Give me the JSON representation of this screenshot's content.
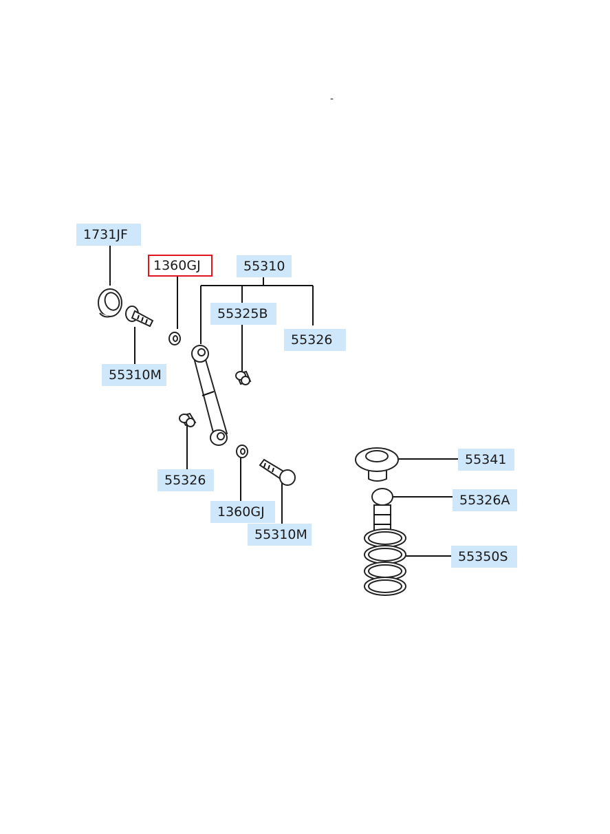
{
  "diagram": {
    "stray_mark": "-",
    "labels": {
      "bushing_1731jf": "1731JF",
      "washer_top": "1360GJ",
      "shock_assy": "55310",
      "bushing_55325b": "55325B",
      "bushing_55326_right": "55326",
      "bolt_upper": "55310M",
      "bushing_55326_left": "55326",
      "washer_bottom": "1360GJ",
      "bolt_lower": "55310M",
      "spring_seat": "55341",
      "bump_stopper": "55326A",
      "coil_spring": "55350S"
    },
    "selected_part": "1360GJ",
    "colors": {
      "label_background": "#cfe7fb",
      "selection_border": "#e0141e",
      "line": "#111111"
    }
  }
}
